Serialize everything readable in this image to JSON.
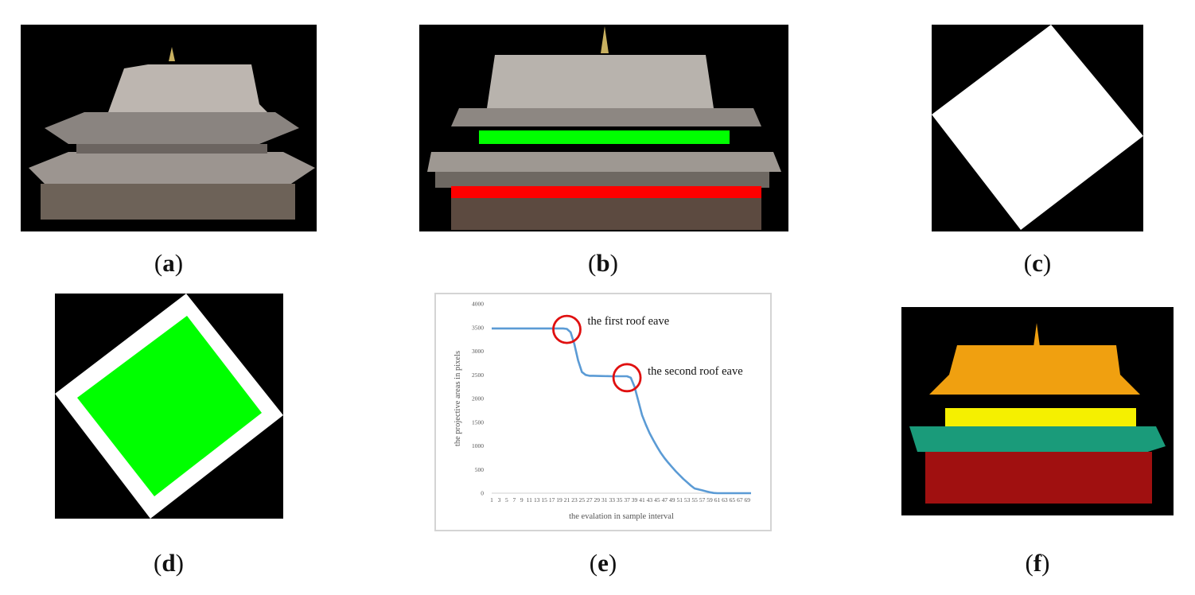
{
  "captions": {
    "a": "a",
    "b": "b",
    "c": "c",
    "d": "d",
    "e": "e",
    "f": "f"
  },
  "colors": {
    "roof_eave_band_1": "#00ff00",
    "roof_eave_band_2": "#ff0000",
    "segment_roof": "#f0a010",
    "segment_upper_eave": "#f5f000",
    "segment_lower_eave": "#1a9b7a",
    "segment_body": "#a01010",
    "line": "#5b9bd5",
    "circle": "#e01010"
  },
  "chart_data": {
    "type": "line",
    "xlabel": "the evalation in sample interval",
    "ylabel": "the projective areas in pixels",
    "ylim": [
      0,
      4000
    ],
    "yticks": [
      0,
      500,
      1000,
      1500,
      2000,
      2500,
      3000,
      3500,
      4000
    ],
    "xticks": [
      "1",
      "3",
      "5",
      "7",
      "9",
      "11",
      "13",
      "15",
      "17",
      "19",
      "21",
      "23",
      "25",
      "27",
      "29",
      "31",
      "33",
      "35",
      "37",
      "39",
      "41",
      "43",
      "45",
      "47",
      "49",
      "51",
      "53",
      "55",
      "57",
      "59",
      "61",
      "63",
      "65",
      "67",
      "69"
    ],
    "xlim": [
      1,
      70
    ],
    "series": [
      {
        "name": "",
        "x": [
          1,
          5,
          10,
          15,
          18,
          20,
          21,
          22,
          23,
          24,
          25,
          26,
          27,
          28,
          30,
          33,
          35,
          37,
          38,
          39,
          40,
          41,
          42,
          43,
          44,
          45,
          46,
          47,
          48,
          49,
          50,
          51,
          52,
          53,
          54,
          55,
          56,
          57,
          58,
          59,
          60,
          61,
          62,
          63,
          64,
          65,
          66,
          67,
          68,
          69,
          70
        ],
        "y": [
          3480,
          3480,
          3480,
          3480,
          3480,
          3480,
          3470,
          3400,
          3150,
          2800,
          2560,
          2500,
          2480,
          2480,
          2475,
          2470,
          2470,
          2470,
          2440,
          2250,
          1950,
          1650,
          1450,
          1270,
          1120,
          980,
          850,
          740,
          640,
          550,
          460,
          380,
          300,
          230,
          160,
          100,
          80,
          60,
          40,
          20,
          5,
          0,
          0,
          0,
          0,
          0,
          0,
          0,
          0,
          0,
          0
        ]
      }
    ],
    "annotations": [
      {
        "text": "the first roof eave",
        "x": 21,
        "y": 3460
      },
      {
        "text": "the second roof eave",
        "x": 37,
        "y": 2440
      }
    ],
    "grid": false,
    "legend": "none"
  }
}
